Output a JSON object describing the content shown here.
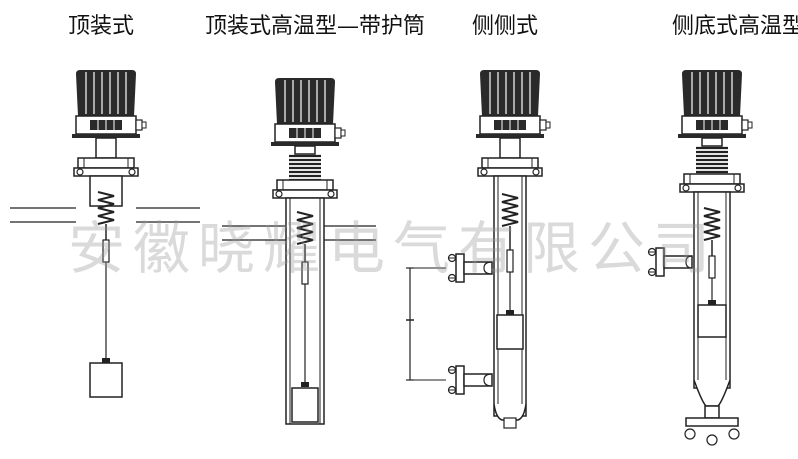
{
  "titles": [
    "顶装式",
    "顶装式高温型—带护筒",
    "侧侧式",
    "侧底式高温型"
  ],
  "watermark": "安徽晓耀电气有限公司",
  "colors": {
    "line": "#222222",
    "housing": "#2a2a2a",
    "watermark": "#999999"
  }
}
